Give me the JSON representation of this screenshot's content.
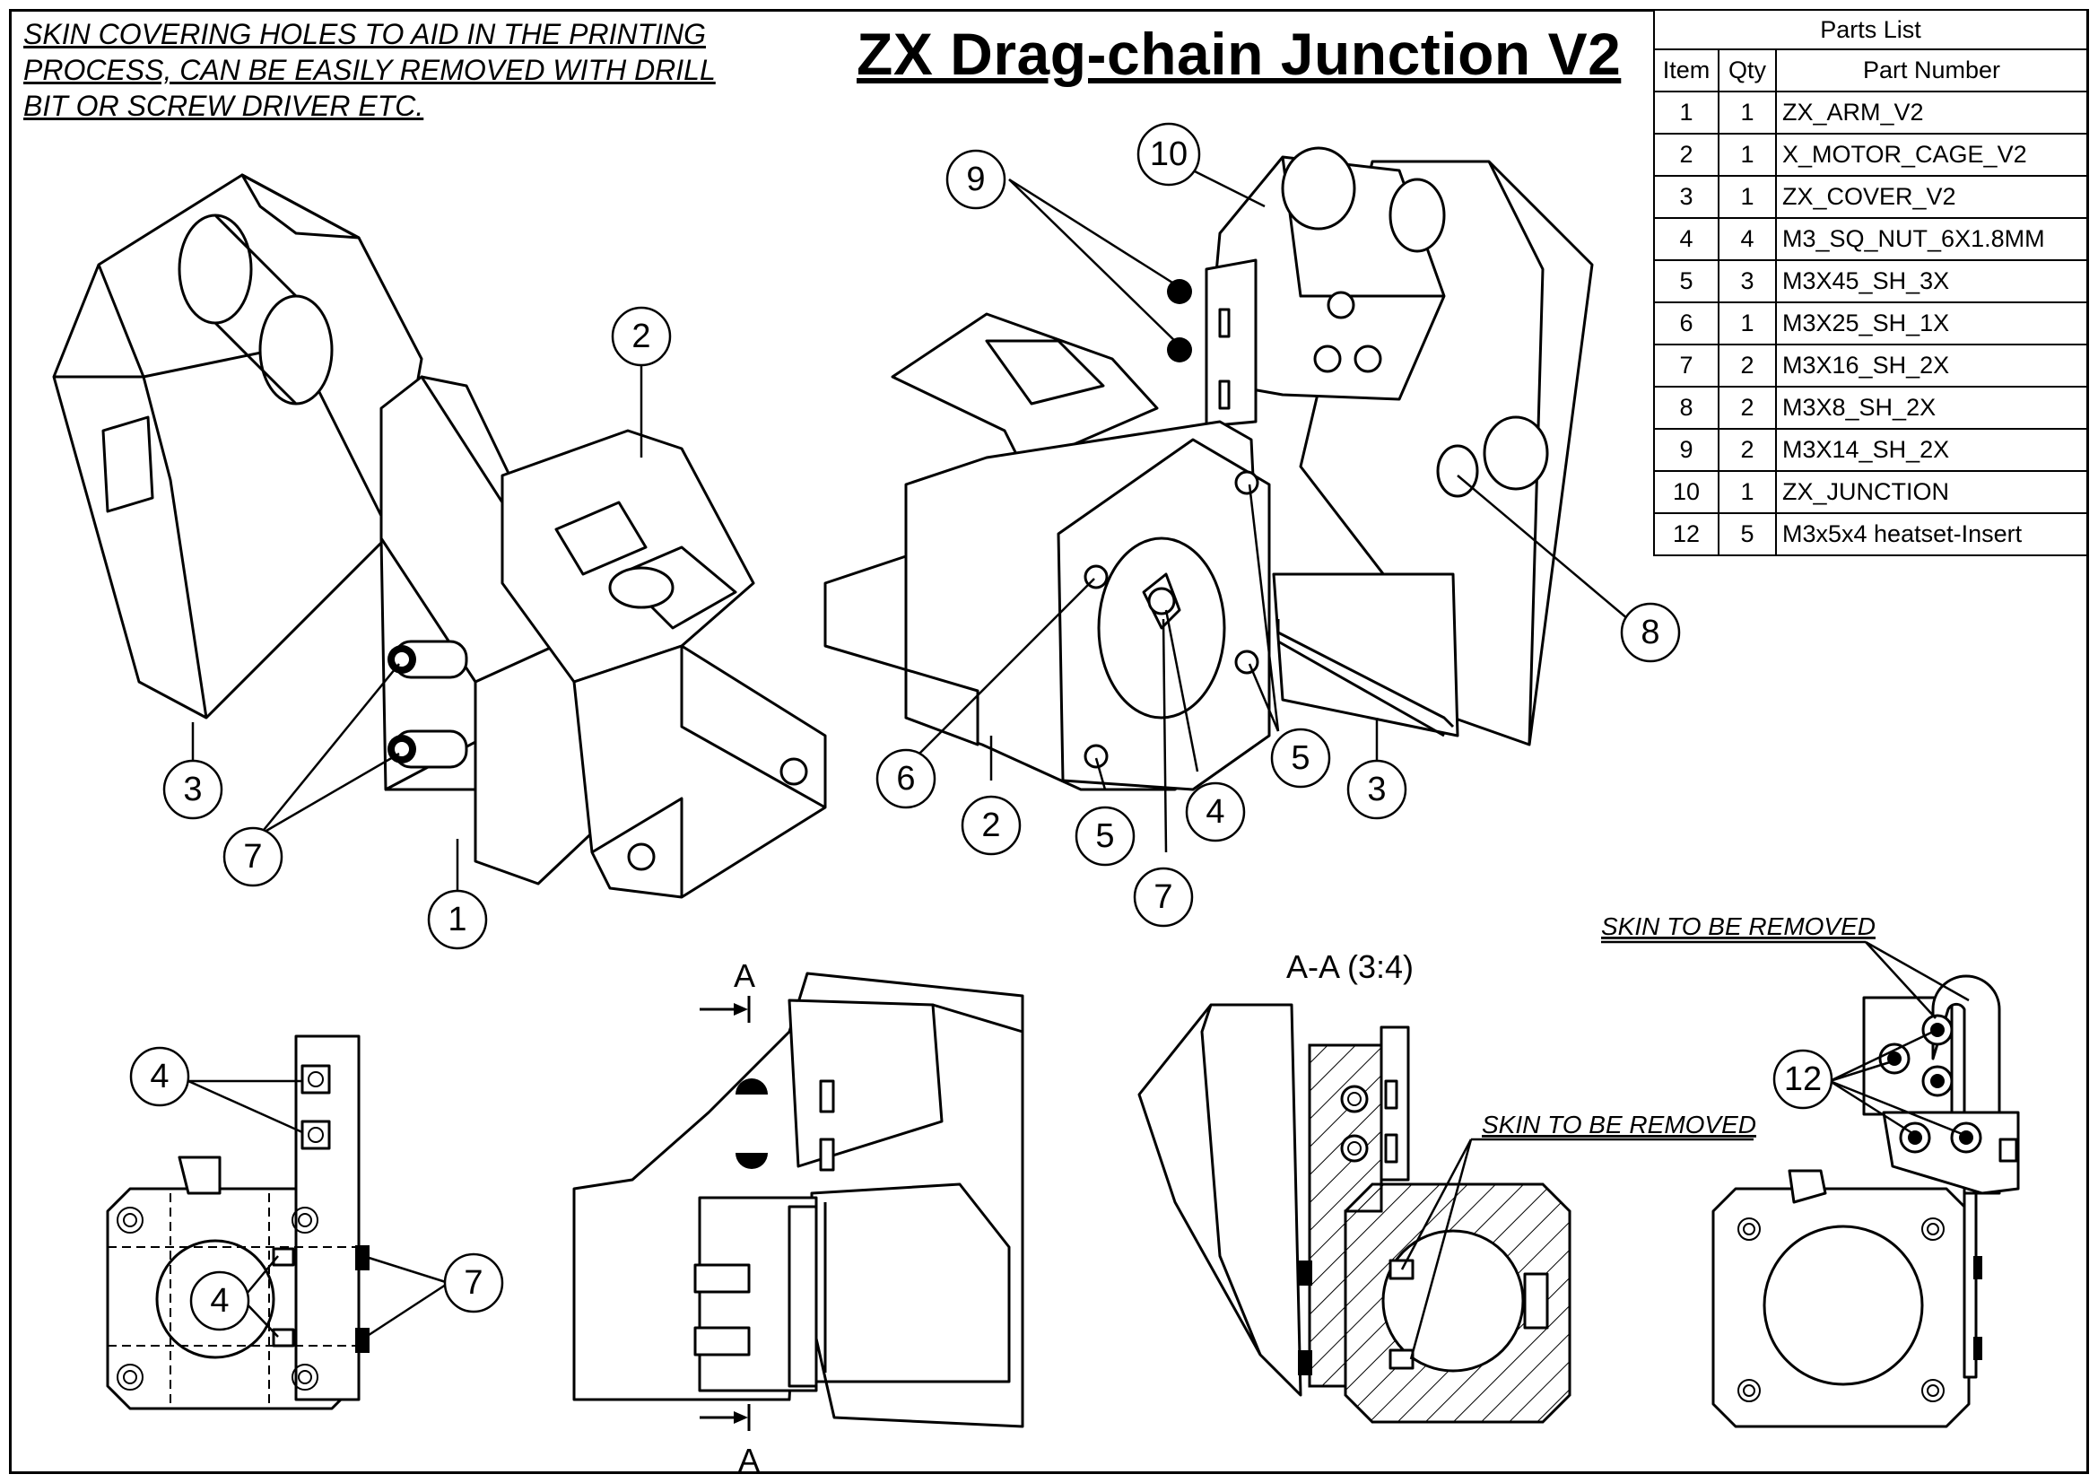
{
  "note_main": {
    "line1": "SKIN COVERING HOLES TO AID IN THE PRINTING",
    "line2": "PROCESS, CAN BE EASILY REMOVED WITH DRILL",
    "line3": "BIT OR SCREW DRIVER ETC."
  },
  "title": "ZX Drag-chain Junction V2",
  "parts_list": {
    "caption": "Parts List",
    "headers": {
      "item": "Item",
      "qty": "Qty",
      "part": "Part Number"
    },
    "rows": [
      {
        "item": "1",
        "qty": "1",
        "part": "ZX_ARM_V2"
      },
      {
        "item": "2",
        "qty": "1",
        "part": "X_MOTOR_CAGE_V2"
      },
      {
        "item": "3",
        "qty": "1",
        "part": "ZX_COVER_V2"
      },
      {
        "item": "4",
        "qty": "4",
        "part": "M3_SQ_NUT_6X1.8MM"
      },
      {
        "item": "5",
        "qty": "3",
        "part": "M3X45_SH_3X"
      },
      {
        "item": "6",
        "qty": "1",
        "part": "M3X25_SH_1X"
      },
      {
        "item": "7",
        "qty": "2",
        "part": "M3X16_SH_2X"
      },
      {
        "item": "8",
        "qty": "2",
        "part": "M3X8_SH_2X"
      },
      {
        "item": "9",
        "qty": "2",
        "part": "M3X14_SH_2X"
      },
      {
        "item": "10",
        "qty": "1",
        "part": "ZX_JUNCTION"
      },
      {
        "item": "12",
        "qty": "5",
        "part": "M3x5x4 heatset-Insert"
      }
    ]
  },
  "section": {
    "label": "A-A (3:4)",
    "marker": "A",
    "skin_note": "SKIN TO BE REMOVED"
  },
  "skin_note_right": "SKIN TO BE REMOVED",
  "balloons": {
    "b1": "1",
    "b2": "2",
    "b3": "3",
    "b4": "4",
    "b5": "5",
    "b6": "6",
    "b7": "7",
    "b8": "8",
    "b9": "9",
    "b10": "10",
    "b12": "12"
  }
}
